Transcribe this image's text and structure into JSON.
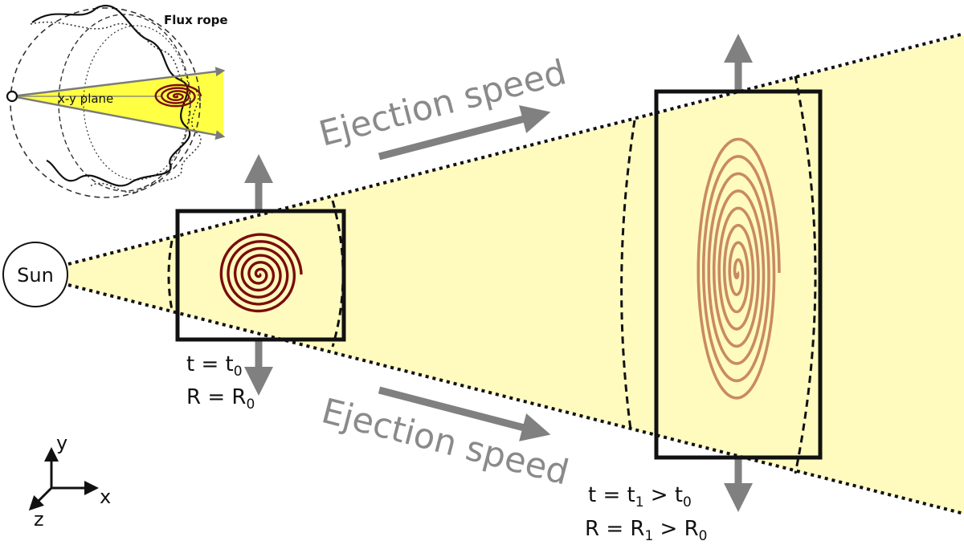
{
  "sun_label": "Sun",
  "inset": {
    "title": "Flux rope",
    "plane_label": "x-y plane"
  },
  "ejection_speed_top": "Ejection speed",
  "ejection_speed_bottom": "Ejection speed",
  "state0": {
    "line1": {
      "lhs": "t = t",
      "sub": "0"
    },
    "line2": {
      "lhs": "R = R",
      "sub": "0"
    }
  },
  "state1": {
    "line1": {
      "lhs": "t = t",
      "sub": "1",
      "rhs": " > t",
      "rhs_sub": "0"
    },
    "line2": {
      "lhs": "R = R",
      "sub": "1",
      "rhs": " > R",
      "rhs_sub": "0"
    }
  },
  "axes": {
    "y": "y",
    "x": "x",
    "z": "z"
  },
  "colors": {
    "cone_fill": "#fffbbf",
    "inset_fill": "#ffff44",
    "spiral_small": "#7a0c0c",
    "spiral_large": "#c98a63",
    "arrow_gray": "#808080"
  }
}
